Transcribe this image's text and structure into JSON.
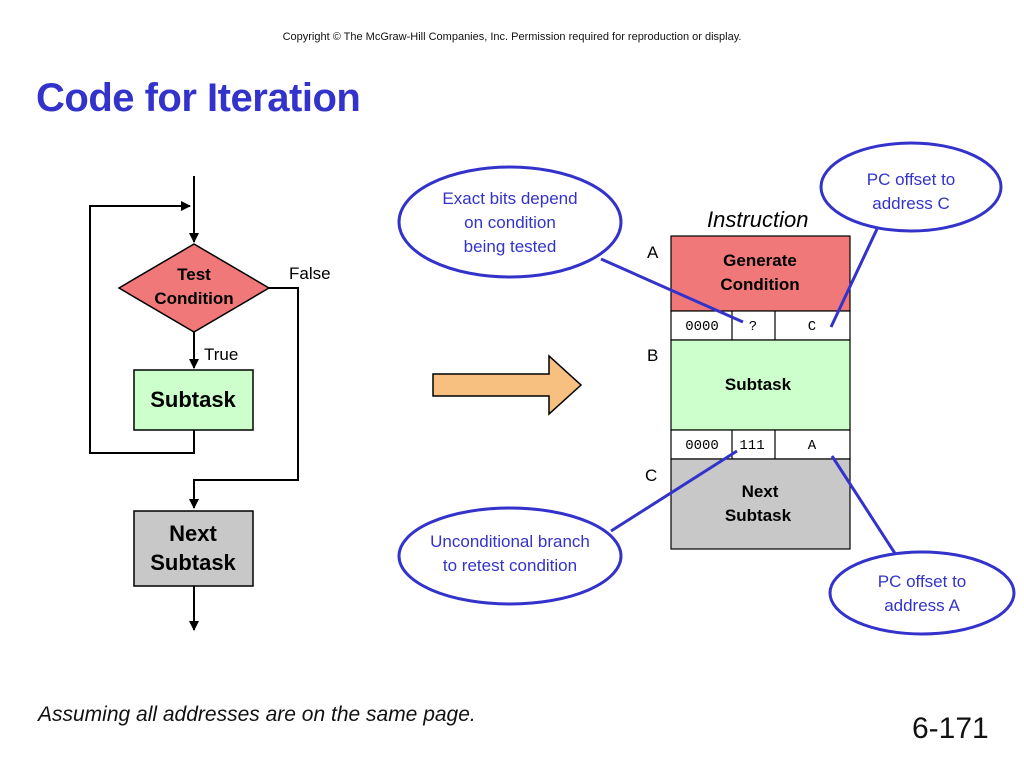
{
  "copyright": "Copyright © The McGraw-Hill Companies, Inc.  Permission required for reproduction or display.",
  "title": "Code for Iteration",
  "footnote": "Assuming all addresses are on the same page.",
  "page_number": "6-171",
  "colors": {
    "title": "#3333cc",
    "condition": "#f07878",
    "subtask": "#ccffcc",
    "next_subtask": "#c8c8c8",
    "arrow": "#f8c080",
    "callout": "#3333cc"
  },
  "flowchart": {
    "test_condition": [
      "Test",
      "Condition"
    ],
    "false_label": "False",
    "true_label": "True",
    "subtask": "Subtask",
    "next_subtask": [
      "Next",
      "Subtask"
    ]
  },
  "instruction_column": {
    "header": "Instruction",
    "address_labels": [
      "A",
      "B",
      "C"
    ],
    "generate_condition": [
      "Generate",
      "Condition"
    ],
    "branch1": {
      "opcode": "0000",
      "cond": "?",
      "target": "C"
    },
    "subtask": "Subtask",
    "branch2": {
      "opcode": "0000",
      "cond": "111",
      "target": "A"
    },
    "next_subtask": [
      "Next",
      "Subtask"
    ]
  },
  "callouts": {
    "exact_bits": [
      "Exact bits depend",
      "on condition",
      "being tested"
    ],
    "pc_offset_c": [
      "PC offset to",
      "address C"
    ],
    "unconditional": [
      "Unconditional branch",
      "to retest condition"
    ],
    "pc_offset_a": [
      "PC offset to",
      "address A"
    ]
  }
}
